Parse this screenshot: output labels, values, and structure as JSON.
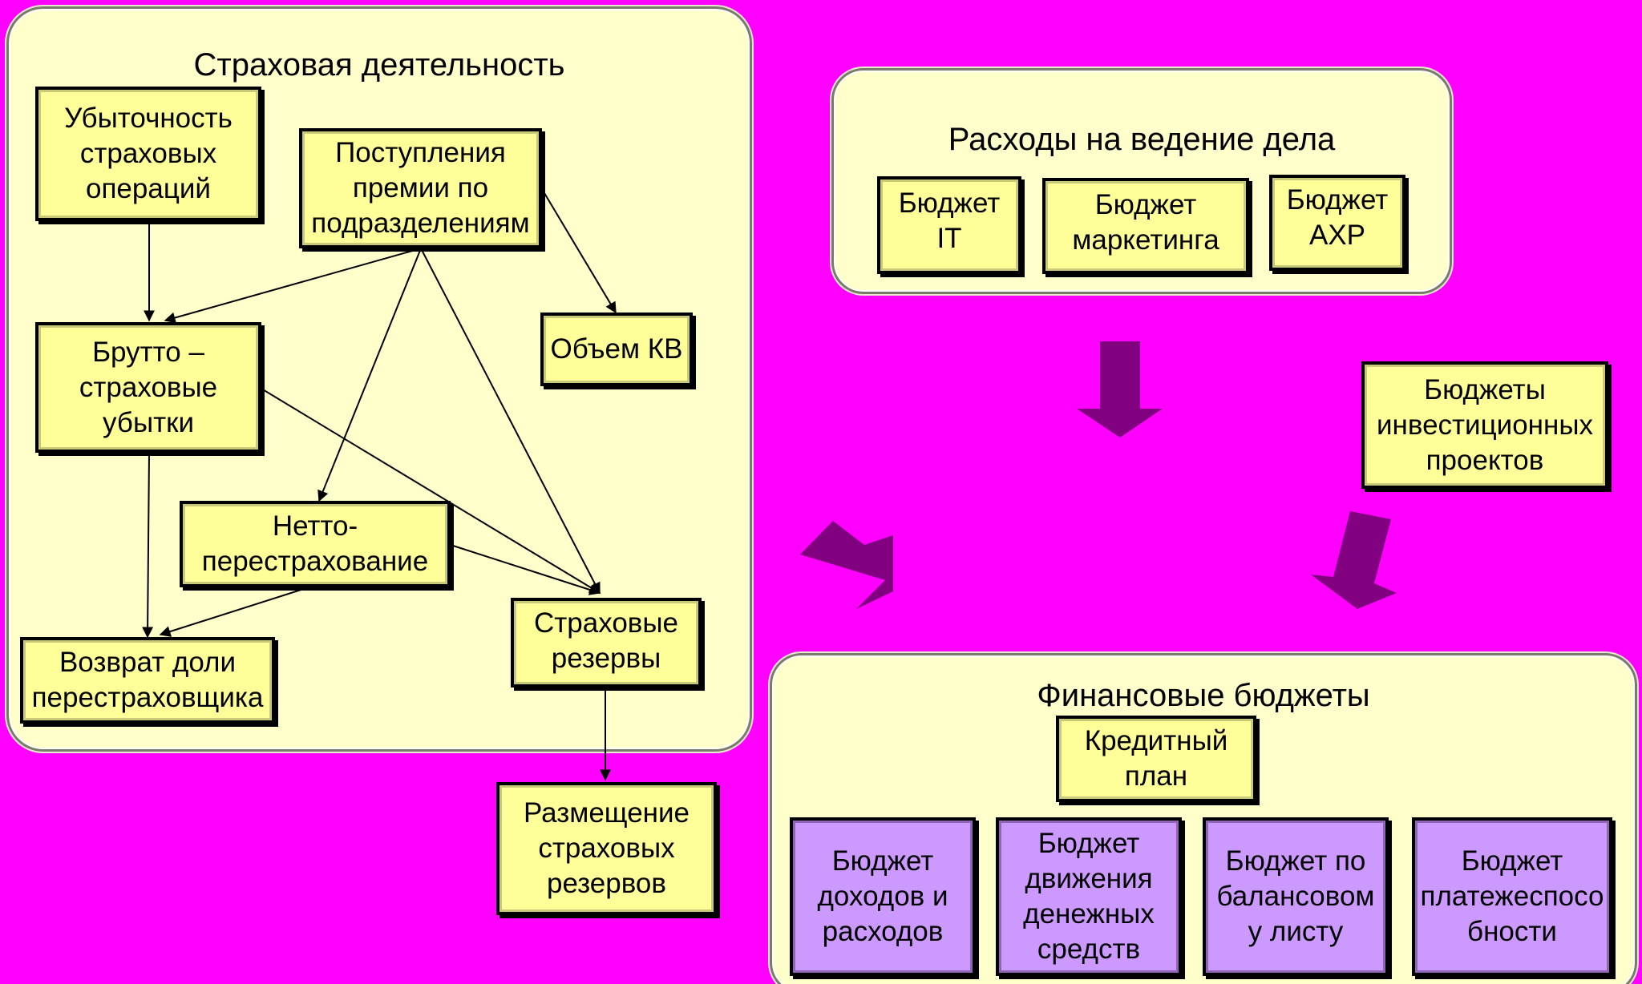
{
  "colors": {
    "background": "#ff00ff",
    "panel_fill": "#ffffcc",
    "box_fill": "#ffff99",
    "box_fill_financial": "#cc99ff",
    "flow_arrow": "#800080",
    "line": "#000000"
  },
  "panels": {
    "insurance": {
      "title": "Страховая деятельность"
    },
    "expenses": {
      "title": "Расходы на ведение дела"
    },
    "financial": {
      "title": "Финансовые бюджеты"
    }
  },
  "boxes": {
    "loss_ratio": "Убыточность\nстраховых\nопераций",
    "premium_receipts": "Поступления\nпремии по\nподразделениям",
    "commission_volume": "Объем КВ",
    "gross_losses": "Брутто –\nстраховые\nубытки",
    "net_reinsurance": "Нетто-\nперестрахование",
    "reinsurer_share_return": "Возврат доли\nперестраховщика",
    "insurance_reserves": "Страховые\nрезервы",
    "reserves_placement": "Размещение\nстраховых\nрезервов",
    "budget_it": "Бюджет\nIT",
    "budget_marketing": "Бюджет\nмаркетинга",
    "budget_ahr": "Бюджет\nАХР",
    "investment_budgets": "Бюджеты\nинвестиционных\nпроектов",
    "credit_plan": "Кредитный\nплан",
    "budget_income_expense": "Бюджет\nдоходов и\nрасходов",
    "budget_cash_flow": "Бюджет\nдвижения\nденежных\nсредств",
    "budget_balance_sheet": "Бюджет по\nбалансовом\nу листу",
    "budget_solvency": "Бюджет\nплатежеспосо\nбности"
  }
}
